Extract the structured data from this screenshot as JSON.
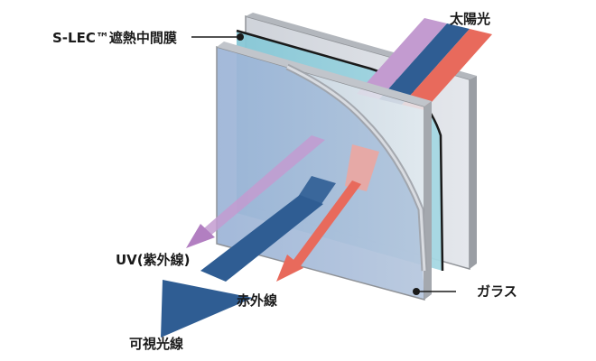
{
  "labels": {
    "interlayer": "S-LEC™遮熱中間膜",
    "sunlight": "太陽光",
    "uv": "UV(紫外線)",
    "infrared": "赤外線",
    "visible": "可視光線",
    "glass": "ガラス"
  },
  "colors": {
    "uv": "#b27fc1",
    "visible": "#2f5d93",
    "infrared": "#e86a5c",
    "glass_front": "#a9bddb",
    "glass_back": "#cfd5de",
    "interlayer": "#7fc4d4",
    "edge": "#8f9297"
  }
}
